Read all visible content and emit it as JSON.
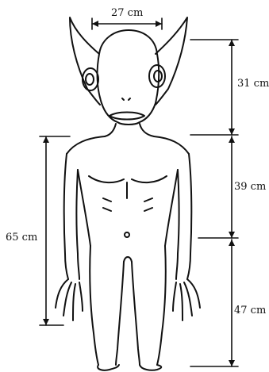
{
  "measurements": {
    "head_width": "27 cm",
    "head_height": "31 cm",
    "torso_height": "39 cm",
    "arm_length": "65 cm",
    "leg_length": "47 cm"
  },
  "colors": {
    "ink": "#111111",
    "background": "#ffffff"
  }
}
